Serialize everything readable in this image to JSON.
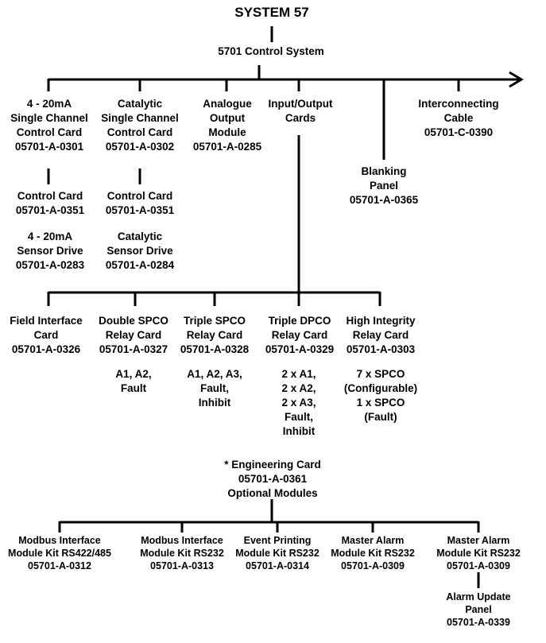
{
  "title": "SYSTEM 57",
  "control_system": "5701 Control System",
  "top_modules": [
    {
      "lines": [
        "4 - 20mA",
        "Single Channel",
        "Control Card",
        "05701-A-0301"
      ]
    },
    {
      "lines": [
        "Catalytic",
        "Single Channel",
        "Control Card",
        "05701-A-0302"
      ]
    },
    {
      "lines": [
        "Analogue",
        "Output",
        "Module",
        "05701-A-0285"
      ]
    },
    {
      "lines": [
        "Input/Output",
        "Cards"
      ]
    },
    {
      "lines": [
        "Blanking",
        "Panel",
        "05701-A-0365"
      ]
    },
    {
      "lines": [
        "Interconnecting",
        "Cable",
        "05701-C-0390"
      ]
    }
  ],
  "sub_cards": [
    {
      "lines": [
        "Control Card",
        "05701-A-0351"
      ]
    },
    {
      "lines": [
        "Control Card",
        "05701-A-0351"
      ]
    },
    {
      "lines": [
        "4 - 20mA",
        "Sensor Drive",
        "05701-A-0283"
      ]
    },
    {
      "lines": [
        "Catalytic",
        "Sensor Drive",
        "05701-A-0284"
      ]
    }
  ],
  "io_cards": [
    {
      "lines": [
        "Field Interface",
        "Card",
        "05701-A-0326"
      ],
      "notes": []
    },
    {
      "lines": [
        "Double SPCO",
        "Relay Card",
        "05701-A-0327"
      ],
      "notes": [
        "A1, A2,",
        "Fault"
      ]
    },
    {
      "lines": [
        "Triple SPCO",
        "Relay Card",
        "05701-A-0328"
      ],
      "notes": [
        "A1, A2, A3,",
        "Fault,",
        "Inhibit"
      ]
    },
    {
      "lines": [
        "Triple DPCO",
        "Relay Card",
        "05701-A-0329"
      ],
      "notes": [
        "2 x A1,",
        "2 x A2,",
        "2 x A3,",
        "Fault,",
        "Inhibit"
      ]
    },
    {
      "lines": [
        "High Integrity",
        "Relay Card",
        "05701-A-0303"
      ],
      "notes": [
        "7 x SPCO",
        "(Configurable)",
        "1 x SPCO",
        "(Fault)"
      ]
    }
  ],
  "engineering": {
    "lines": [
      "* Engineering Card",
      "05701-A-0361",
      "Optional Modules"
    ]
  },
  "optional_modules": [
    {
      "lines": [
        "Modbus Interface",
        "Module Kit RS422/485",
        "05701-A-0312"
      ]
    },
    {
      "lines": [
        "Modbus Interface",
        "Module Kit RS232",
        "05701-A-0313"
      ]
    },
    {
      "lines": [
        "Event Printing",
        "Module Kit RS232",
        "05701-A-0314"
      ]
    },
    {
      "lines": [
        "Master Alarm",
        "Module Kit RS232",
        "05701-A-0309"
      ]
    },
    {
      "lines": [
        "Master Alarm",
        "Module Kit RS232",
        "05701-A-0309"
      ]
    }
  ],
  "alarm_panel": {
    "lines": [
      "Alarm Update",
      "Panel",
      "05701-A-0339"
    ]
  }
}
